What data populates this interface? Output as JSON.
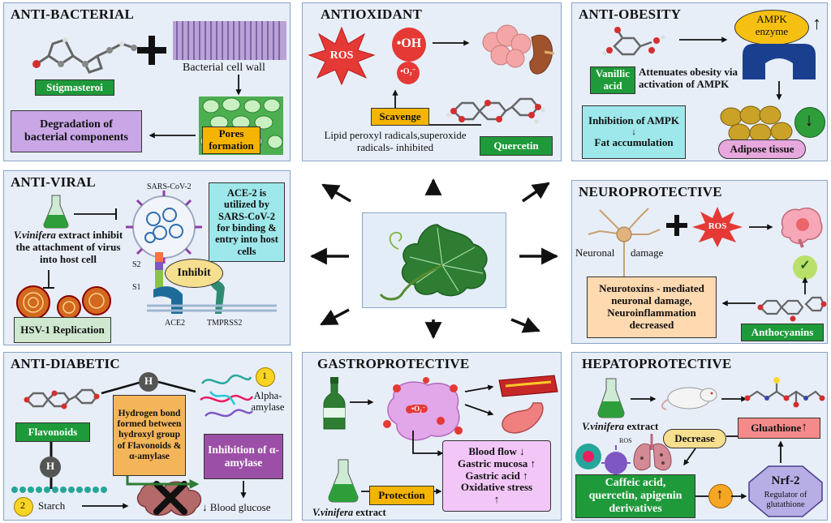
{
  "anti_bacterial": {
    "title": "ANTI-BACTERIAL",
    "stigmasterol": "Stigmasteroi",
    "cell_wall": "Bacterial cell wall",
    "pores": "Pores formation",
    "degradation": "Degradation of bacterial components"
  },
  "antioxidant": {
    "title": "ANTIOXIDANT",
    "ros": "ROS",
    "oh": "•OH",
    "o2": "•O₂⁻",
    "scavenge": "Scavenge",
    "quercetin": "Quercetin",
    "lipid": "Lipid peroxyl radicals,superoxide radicals- inhibited"
  },
  "anti_obesity": {
    "title": "ANTI-OBESITY",
    "ampk": "AMPK enzyme",
    "vanillic": "Vanillic acid",
    "attenuates": "Attenuates obesity via activation of AMPK",
    "inhibition": "Inhibition of AMPK",
    "down": "↓",
    "fat": "Fat accumulation",
    "adipose": "Adipose tissue"
  },
  "anti_viral": {
    "title": "ANTI-VIRAL",
    "sars": "SARS-CoV-2",
    "ace_text": "ACE-2 is utilized by SARS-CoV-2 for binding & entry into host cells",
    "extract_italic": "V.vinifera",
    "extract_rest": " extract inhibit the attachment of virus into host cell",
    "hsv": "HSV-1 Replication",
    "inhibit": "Inhibit",
    "s2": "S2",
    "s1": "S1",
    "ace2": "ACE2",
    "tmprss2": "TMPRSS2"
  },
  "neuroprotective": {
    "title": "NEUROPROTECTIVE",
    "ros": "ROS",
    "neuronal": "Neuronal",
    "damage": "damage",
    "neurotoxins": "Neurotoxins - mediated neuronal damage, Neuroinflammation decreased",
    "anthocyanins": "Anthocyanins"
  },
  "anti_diabetic": {
    "title": "ANTI-DIABETIC",
    "h": "H",
    "one": "1",
    "two": "2",
    "alpha": "Alpha- amylase",
    "hbond": "Hydrogen bond formed between hydroxyl group of Flavonoids & α-amylase",
    "flavonoids": "Flavonoids",
    "inhibition": "Inhibition of α-amylase",
    "starch": "Starch",
    "glucose": "↓ Blood glucose"
  },
  "gastroprotective": {
    "title": "GASTROPROTECTIVE",
    "effects": [
      "Blood flow ↓",
      "Gastric mucosa ↑",
      "Gastric acid ↑",
      "Oxidative stress",
      "↑"
    ],
    "protection": "Protection",
    "extract_italic": "V.vinifera",
    "extract_rest": " extract",
    "o2": "•O₂⁻"
  },
  "hepatoprotective": {
    "title": "HEPATOPROTECTIVE",
    "extract_italic": "V.vinifera",
    "extract_rest": " extract",
    "decrease": "Decrease",
    "ros": "ROS",
    "gluthione": "Gluathione",
    "caffeic": "Caffeic acid, quercetin, apigenin derivatives",
    "nrf2": "Nrf-2",
    "regulator": "Regulator of glutathione"
  },
  "colors": {
    "panel_bg": "#e7eef8",
    "panel_border": "#8aa4c8",
    "green": "#1f9a3a",
    "yellow": "#f4b400",
    "violet": "#c9a6e6",
    "cyan": "#9ee7ea",
    "peach": "#ffd9b0"
  }
}
